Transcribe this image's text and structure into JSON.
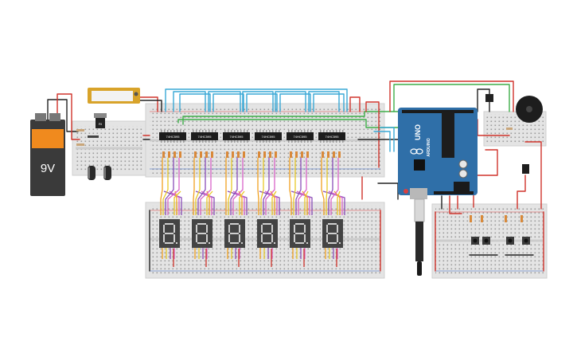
{
  "battery": {
    "label": "9V"
  },
  "regulator": {
    "label": "RI"
  },
  "shift_registers": {
    "label": "74HC595",
    "count": 6
  },
  "seven_segment_displays": {
    "count": 6,
    "digit_glyph": "8."
  },
  "arduino": {
    "model": "UNO",
    "brand": "ARDUINO",
    "icon": "arduino-infinity-logo"
  },
  "pushbuttons": {
    "count": 4
  },
  "buzzer": {
    "icon": "piezo-buzzer"
  },
  "colors": {
    "background": "#ffffff",
    "breadboard": "#e6e6e6",
    "arduino_board": "#2f6fa8",
    "battery_body": "#f08a1e",
    "battery_cap": "#3a3a3a",
    "display_body": "#444444",
    "display_segment": "#cfcfcf",
    "wire_red": "#d0342c",
    "wire_black": "#222222",
    "wire_cyan": "#39a8d6",
    "wire_green": "#3fae49",
    "wire_orange": "#f0a020",
    "wire_purple": "#8a4fb8",
    "wire_yellow": "#e8c828",
    "wire_pink": "#d965c8"
  }
}
